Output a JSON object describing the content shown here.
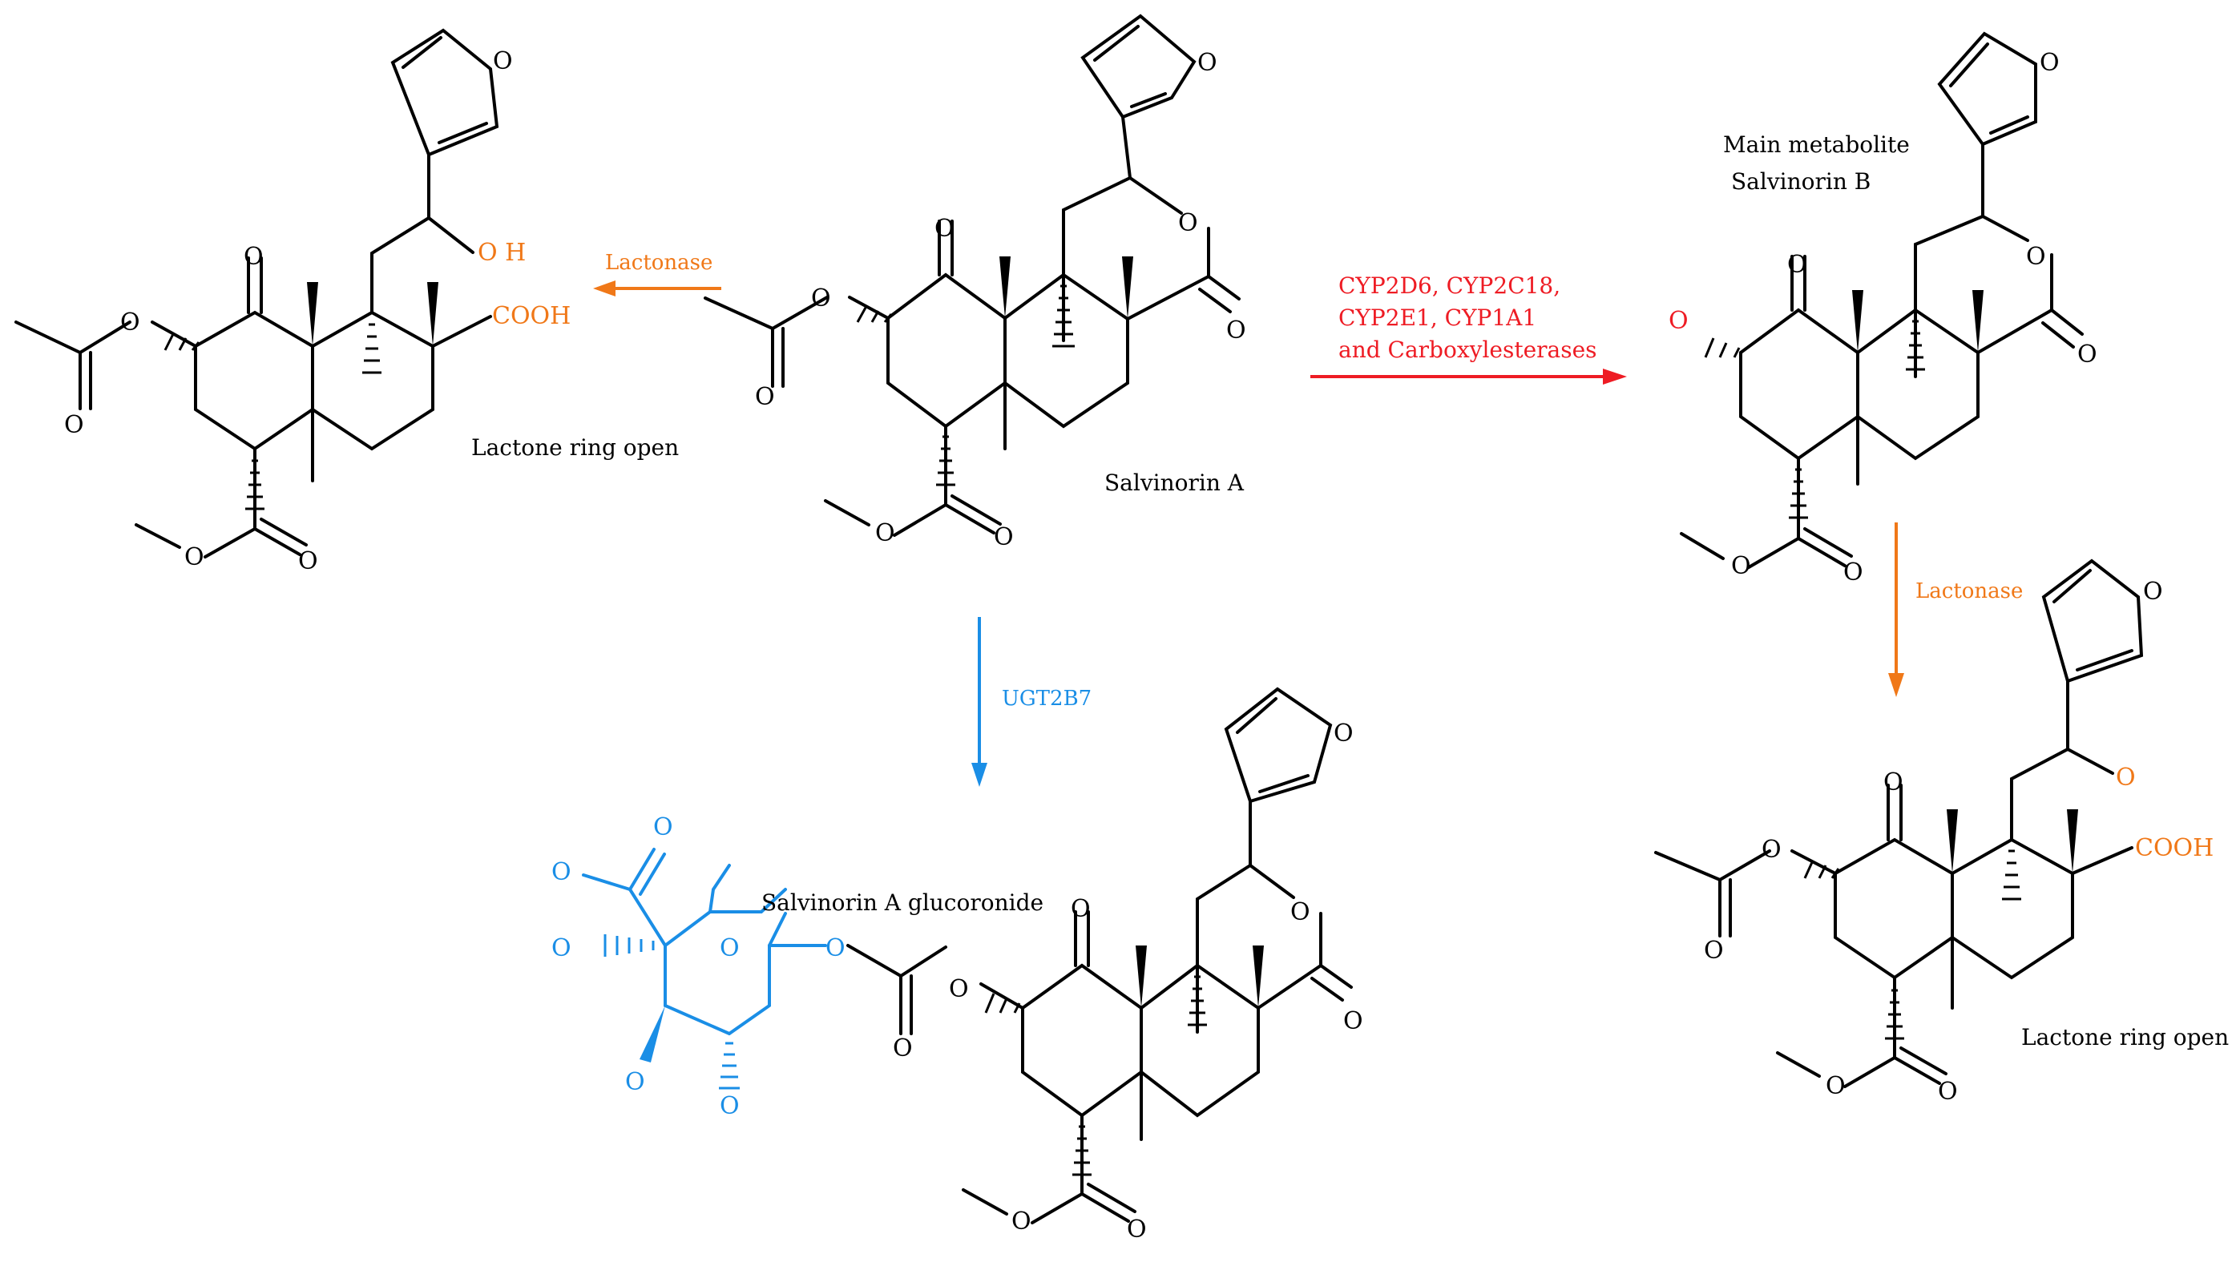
{
  "colors": {
    "bond": "#000000",
    "lactonase": "#f07818",
    "cyp": "#ee1c24",
    "ugt": "#1a8ee6"
  },
  "atom_labels": {
    "o": "O",
    "oh": "O H",
    "cooh": "COOH"
  },
  "compounds": {
    "salvinorin_a": {
      "name": "Salvinorin A"
    },
    "lactone_open_left": {
      "name": "Lactone ring open"
    },
    "salvinorin_b": {
      "caption_line1": "Main metabolite",
      "caption_line2": "Salvinorin B"
    },
    "lactone_open_right": {
      "name": "Lactone ring open"
    },
    "glucuronide": {
      "name": "Salvinorin A glucoronide"
    }
  },
  "reactions": {
    "lactonase_left": {
      "enzyme": "Lactonase"
    },
    "cyp": {
      "line1": "CYP2D6, CYP2C18,",
      "line2": "CYP2E1,  CYP1A1",
      "line3": "and Carboxylesterases"
    },
    "ugt": {
      "enzyme": "UGT2B7"
    },
    "lactonase_right": {
      "enzyme": "Lactonase"
    }
  }
}
